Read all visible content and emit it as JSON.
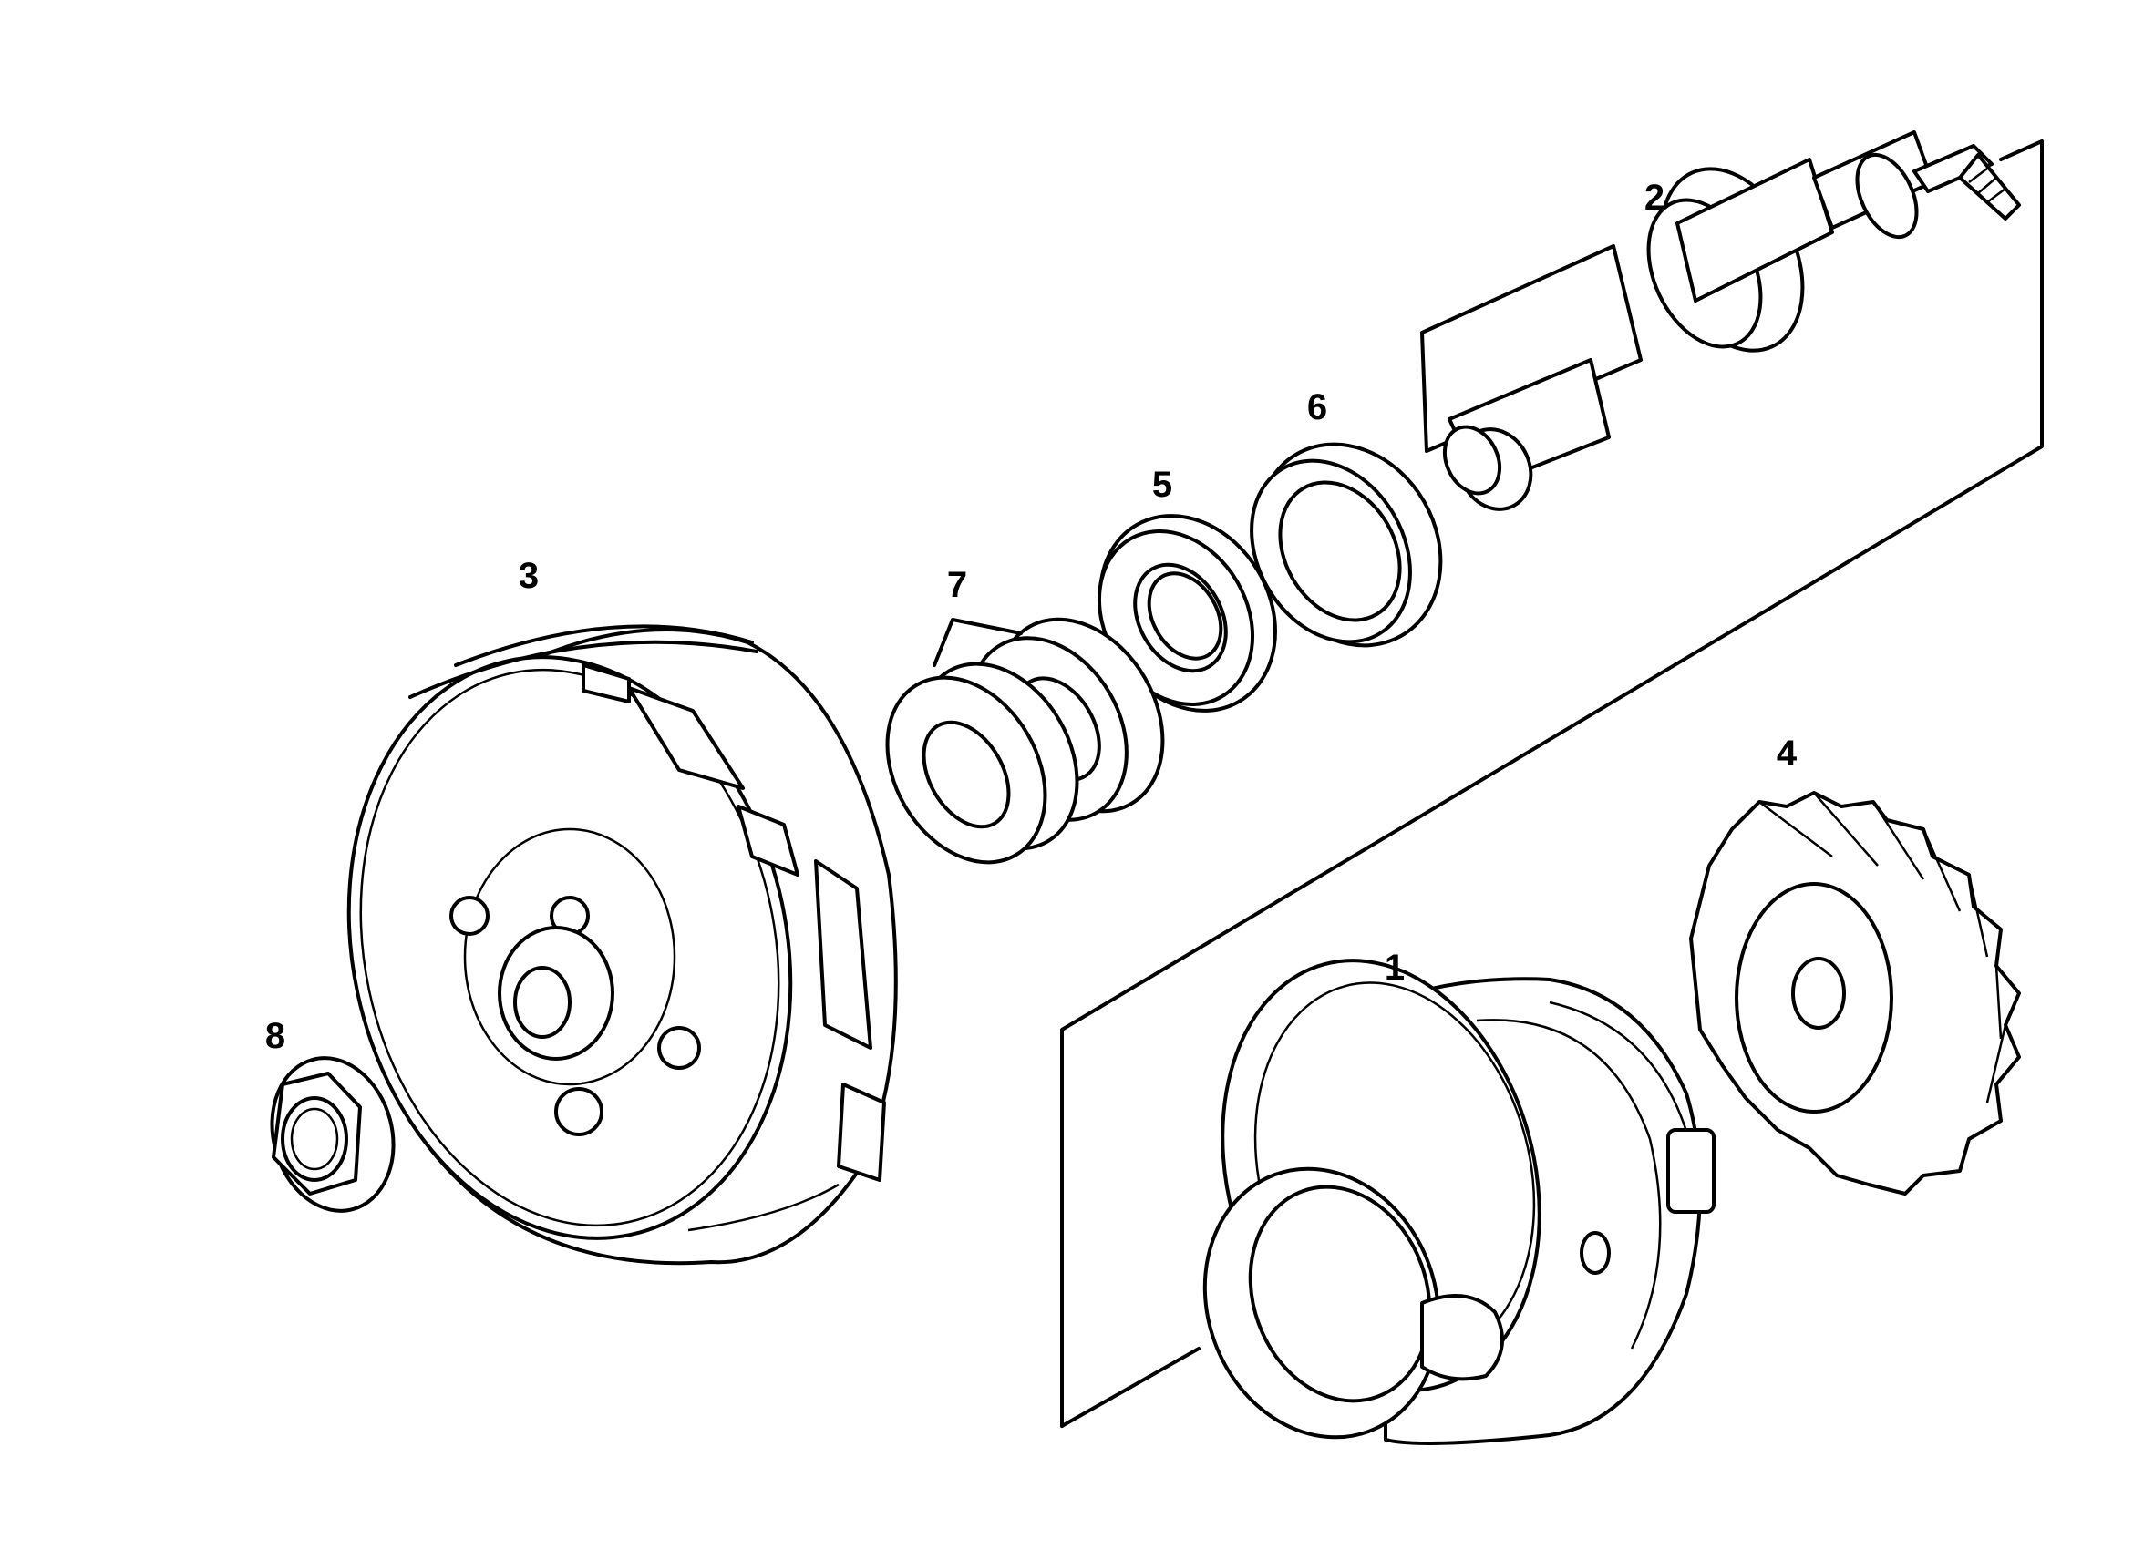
{
  "diagram": {
    "type": "exploded-parts-view",
    "line_color": "#000000",
    "background": "#ffffff",
    "callouts": {
      "c1": "1",
      "c2": "2",
      "c3": "3",
      "c4": "4",
      "c5": "5",
      "c6": "6",
      "c7": "7",
      "c8": "8"
    }
  }
}
